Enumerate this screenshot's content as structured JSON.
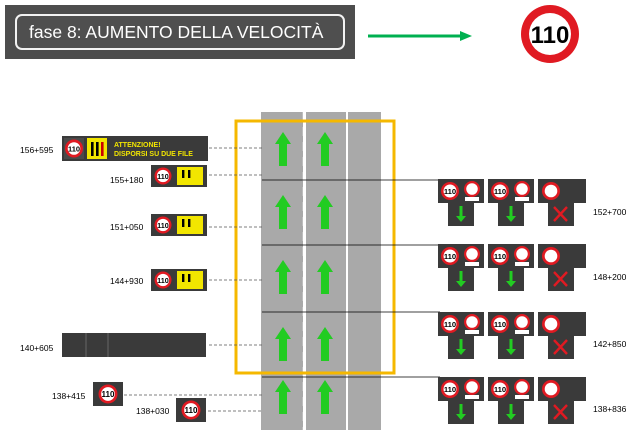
{
  "header": {
    "title": "fase 8:  AUMENTO DELLA VELOCITÀ",
    "speed_limit": "110"
  },
  "colors": {
    "header_bg": "#4d4d4d",
    "road": "#a9a9a9",
    "arrow_green": "#22cc22",
    "arrow_main": "#00b050",
    "work_zone": "#f5b800",
    "sign_red": "#e01a22",
    "panel": "#3a3a3a",
    "yellow_panel": "#f2e600"
  },
  "signs": {
    "main_panel_text_line1": "ATTENZIONE!",
    "main_panel_text_line2": "DISPORSI SU DUE FILE",
    "speed": "110"
  },
  "left_markers": [
    {
      "km": "156+595"
    },
    {
      "km": "155+180"
    },
    {
      "km": "151+050"
    },
    {
      "km": "144+930"
    },
    {
      "km": "140+605"
    },
    {
      "km": "138+415"
    },
    {
      "km": "138+030"
    }
  ],
  "right_markers": [
    {
      "km": "152+700"
    },
    {
      "km": "148+200"
    },
    {
      "km": "142+850"
    },
    {
      "km": "138+836"
    }
  ]
}
